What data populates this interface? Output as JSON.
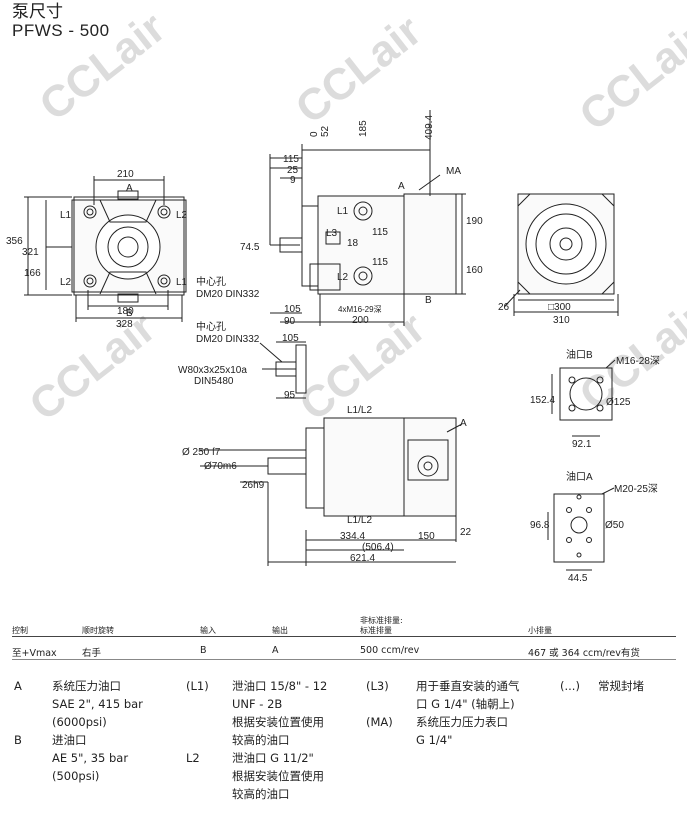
{
  "title": {
    "cn": "泵尺寸",
    "en": "PFWS - 500"
  },
  "watermark": "CCLair",
  "drawing": {
    "front_view": {
      "top_dim": "210",
      "port_A": "A",
      "port_B": "B",
      "L1_left": "L1",
      "L2_right": "L2",
      "L2_left": "L2",
      "L1_right": "L1",
      "dim_356": "356",
      "dim_321": "321",
      "dim_166": "166",
      "dim_180": "180",
      "dim_328": "328"
    },
    "side_view": {
      "dim_0": "0",
      "dim_52": "52",
      "dim_185": "185",
      "dim_409_4": "409.4",
      "dim_115a": "115",
      "dim_25": "25",
      "dim_9": "9",
      "MA": "MA",
      "A": "A",
      "L1": "L1",
      "L3": "L3",
      "dim_18": "18",
      "dim_115b": "115",
      "dim_115c": "115",
      "dim_74_5": "74.5",
      "L2": "L2",
      "B": "B",
      "dim_190": "190",
      "dim_160": "160",
      "center_hole": "中心孔",
      "din_a": "DM20 DIN332",
      "dim_105": "105",
      "dim_90": "90",
      "thread_note": "4xM16-29深",
      "dim_200": "200"
    },
    "end_view": {
      "dim_26": "26",
      "dim_300": "□300",
      "dim_310": "310"
    },
    "shaft_view": {
      "center_hole": "中心孔",
      "din": "DM20 DIN332",
      "dim_105": "105",
      "key": "W80x3x25x10a",
      "din_key": "DIN5480",
      "dim_95": "95"
    },
    "port_B_detail": {
      "title": "油口B",
      "thread": "M16-28深",
      "dim_152_4": "152.4",
      "dim_125": "Ø125",
      "dim_92_1": "92.1"
    },
    "port_A_detail": {
      "title": "油口A",
      "thread": "M20-25深",
      "dim_96_8": "96.8",
      "dim_50": "Ø50",
      "dim_44_5": "44.5"
    },
    "top_view": {
      "L1L2_top": "L1/L2",
      "A": "A",
      "dim_250": "Ø 250 f7",
      "dim_70": "Ø70m6",
      "dim_26h9": "26h9",
      "L1L2_bottom": "L1/L2",
      "dim_22": "22",
      "dim_334_4": "334.4",
      "dim_150": "150",
      "dim_506_4": "(506.4)",
      "dim_621_4": "621.4"
    }
  },
  "table": {
    "non_standard": "非标准排量:",
    "headers": [
      "控制",
      "顺时旋转",
      "输入",
      "输出",
      "标准排量",
      "小排量"
    ],
    "row": [
      "至+Vmax",
      "右手",
      "B",
      "A",
      "500 ccm/rev",
      "467 或 364 ccm/rev有货"
    ]
  },
  "legend": [
    {
      "key": "A",
      "lines": [
        "系统压力油口",
        "SAE 2\", 415 bar",
        "(6000psi)"
      ]
    },
    {
      "key": "B",
      "lines": [
        "进油口",
        "AE 5\", 35 bar",
        "(500psi)"
      ]
    },
    {
      "key": "(L1)",
      "lines": [
        "泄油口 15/8\" - 12",
        "UNF - 2B",
        "根据安装位置使用",
        "较高的油口"
      ]
    },
    {
      "key": "L2",
      "lines": [
        "泄油口 G 11/2\"",
        "根据安装位置使用",
        "较高的油口"
      ]
    },
    {
      "key": "(L3)",
      "lines": [
        "用于垂直安装的通气",
        "口 G 1/4\" (轴朝上)"
      ]
    },
    {
      "key": "(MA)",
      "lines": [
        "系统压力压力表口",
        "G 1/4\""
      ]
    },
    {
      "key": "(...)",
      "lines": [
        "常规封堵"
      ]
    }
  ]
}
